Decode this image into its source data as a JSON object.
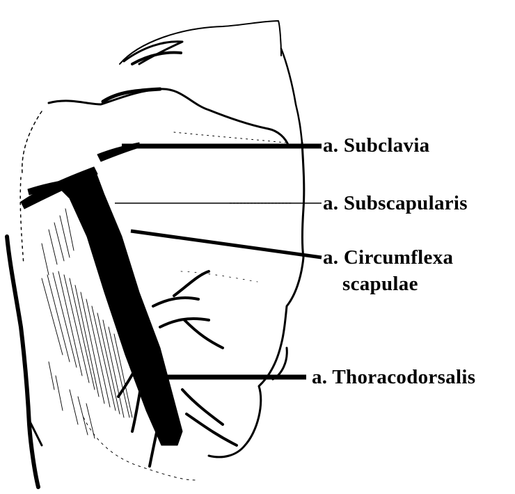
{
  "labels": {
    "subclavia": "a.  Subclavia",
    "subscapularis": "a.  Subscapularis",
    "circumflexa_line1": "a.  Circumflexa",
    "circumflexa_line2": "scapulae",
    "thoracodorsalis": "a.  Thoracodorsalis"
  },
  "colors": {
    "ink": "#000000",
    "background": "#ffffff"
  }
}
